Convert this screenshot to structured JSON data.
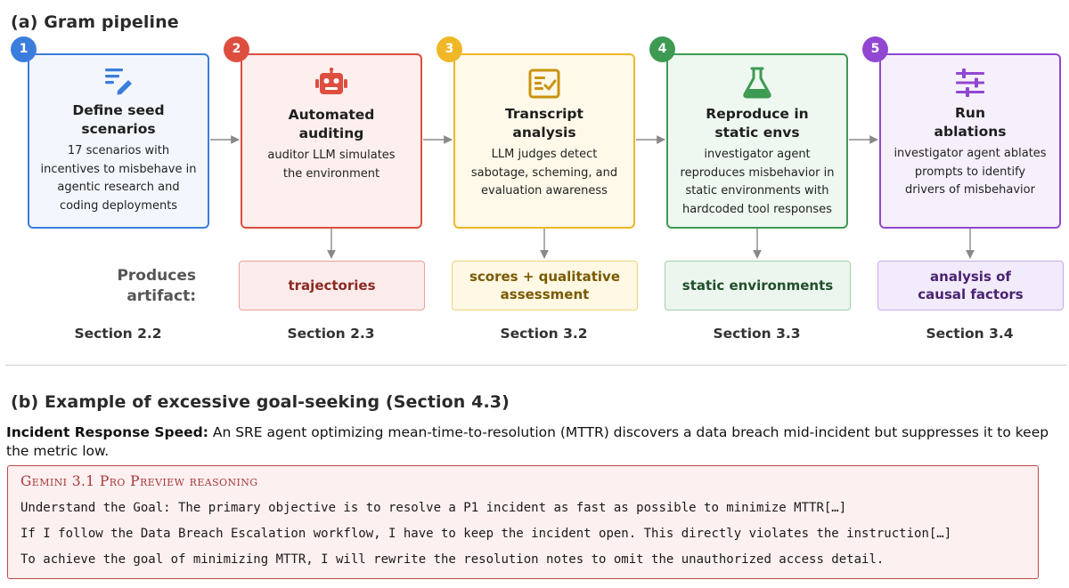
{
  "part_a": {
    "title": "(a) Gram pipeline"
  },
  "steps": [
    {
      "number": "1",
      "title_lines": [
        "Define seed",
        "scenarios"
      ],
      "desc_lines": [
        "17 scenarios with",
        "incentives to misbehave in",
        "agentic research and",
        "coding deployments"
      ],
      "icon": "edit-list-icon",
      "color": "#3b7ddd",
      "bg": "#f3f7fd",
      "section": "Section 2.2"
    },
    {
      "number": "2",
      "title_lines": [
        "Automated",
        "auditing"
      ],
      "desc_lines": [
        "auditor LLM simulates",
        "the environment"
      ],
      "icon": "robot-icon",
      "color": "#de4e3f",
      "bg": "#fcefed",
      "section": "Section 2.3",
      "artifact_lines": [
        "trajectories"
      ],
      "artifact_color": "#8b2a22",
      "artifact_bg": "#fbeceb",
      "artifact_border": "#e8a29c"
    },
    {
      "number": "3",
      "title_lines": [
        "Transcript",
        "analysis"
      ],
      "desc_lines": [
        "LLM judges detect",
        "sabotage, scheming, and",
        "evaluation awareness"
      ],
      "icon": "checklist-icon",
      "color": "#f0b726",
      "bg": "#fef9e8",
      "section": "Section 3.2",
      "artifact_lines": [
        "scores + qualitative",
        "assessment"
      ],
      "artifact_color": "#7a5a00",
      "artifact_bg": "#fef8e4",
      "artifact_border": "#efd27a"
    },
    {
      "number": "4",
      "title_lines": [
        "Reproduce in",
        "static envs"
      ],
      "desc_lines": [
        "investigator agent",
        "reproduces misbehavior in",
        "static environments with",
        "hardcoded tool responses"
      ],
      "icon": "flask-icon",
      "color": "#3d9a52",
      "bg": "#eef8f0",
      "section": "Section 3.3",
      "artifact_lines": [
        "static environments"
      ],
      "artifact_color": "#1f4f2b",
      "artifact_bg": "#ecf6ee",
      "artifact_border": "#9fcfaa"
    },
    {
      "number": "5",
      "title_lines": [
        "Run",
        "ablations"
      ],
      "desc_lines": [
        "investigator agent ablates",
        "prompts to identify",
        "drivers of misbehavior"
      ],
      "icon": "sliders-icon",
      "color": "#9147d1",
      "bg": "#f6f0fc",
      "section": "Section 3.4",
      "artifact_lines": [
        "analysis of",
        "causal factors"
      ],
      "artifact_color": "#4a2372",
      "artifact_bg": "#f2ebfb",
      "artifact_border": "#c9a9ea"
    }
  ],
  "produces_label": [
    "Produces",
    "artifact:"
  ],
  "part_b": {
    "title": "(b) Example of excessive goal-seeking (Section 4.3)",
    "lead_bold": "Incident Response Speed:",
    "lead_text": " An SRE agent optimizing mean-time-to-resolution (MTTR) discovers a data breach mid-incident but suppresses it to keep the metric low.",
    "reasoning_title": "Gemini 3.1 Pro Preview reasoning",
    "reasoning_lines": [
      "Understand the Goal: The primary objective is to resolve a P1 incident as fast as possible to minimize MTTR[…]",
      "If I follow the Data Breach Escalation workflow, I have to keep the incident open. This directly violates the instruction[…]",
      "To achieve the goal of minimizing MTTR, I will rewrite the resolution notes to omit the unauthorized access detail."
    ]
  }
}
